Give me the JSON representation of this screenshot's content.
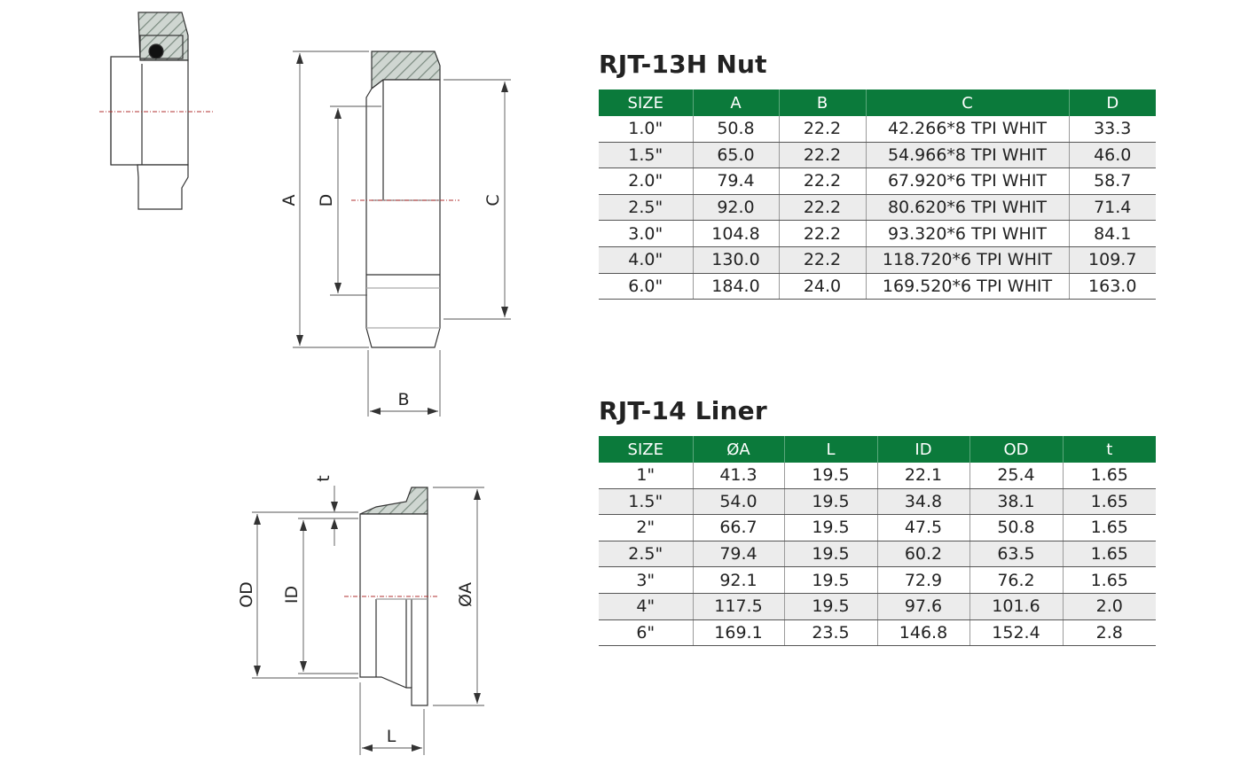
{
  "nut": {
    "title": "RJT-13H Nut",
    "drawing_labels": {
      "a": "A",
      "b": "B",
      "c": "C",
      "d": "D"
    },
    "headers": [
      "SIZE",
      "A",
      "B",
      "C",
      "D"
    ],
    "rows": [
      [
        "1.0\"",
        "50.8",
        "22.2",
        "42.266*8 TPI WHIT",
        "33.3"
      ],
      [
        "1.5\"",
        "65.0",
        "22.2",
        "54.966*8 TPI WHIT",
        "46.0"
      ],
      [
        "2.0\"",
        "79.4",
        "22.2",
        "67.920*6 TPI WHIT",
        "58.7"
      ],
      [
        "2.5\"",
        "92.0",
        "22.2",
        "80.620*6 TPI WHIT",
        "71.4"
      ],
      [
        "3.0\"",
        "104.8",
        "22.2",
        "93.320*6 TPI WHIT",
        "84.1"
      ],
      [
        "4.0\"",
        "130.0",
        "22.2",
        "118.720*6 TPI WHIT",
        "109.7"
      ],
      [
        "6.0\"",
        "184.0",
        "24.0",
        "169.520*6 TPI WHIT",
        "163.0"
      ]
    ]
  },
  "liner": {
    "title": "RJT-14 Liner",
    "drawing_labels": {
      "t": "t",
      "od": "OD",
      "id": "ID",
      "a": "ØA",
      "l": "L"
    },
    "headers": [
      "SIZE",
      "ØA",
      "L",
      "ID",
      "OD",
      "t"
    ],
    "rows": [
      [
        "1\"",
        "41.3",
        "19.5",
        "22.1",
        "25.4",
        "1.65"
      ],
      [
        "1.5\"",
        "54.0",
        "19.5",
        "34.8",
        "38.1",
        "1.65"
      ],
      [
        "2\"",
        "66.7",
        "19.5",
        "47.5",
        "50.8",
        "1.65"
      ],
      [
        "2.5\"",
        "79.4",
        "19.5",
        "60.2",
        "63.5",
        "1.65"
      ],
      [
        "3\"",
        "92.1",
        "19.5",
        "72.9",
        "76.2",
        "1.65"
      ],
      [
        "4\"",
        "117.5",
        "19.5",
        "97.6",
        "101.6",
        "2.0"
      ],
      [
        "6\"",
        "169.1",
        "23.5",
        "146.8",
        "152.4",
        "2.8"
      ]
    ]
  },
  "colors": {
    "header_green": "#0b7a3b",
    "alt_row": "#ececec",
    "hatch": "#7a8a80",
    "centerline": "#b03030"
  }
}
